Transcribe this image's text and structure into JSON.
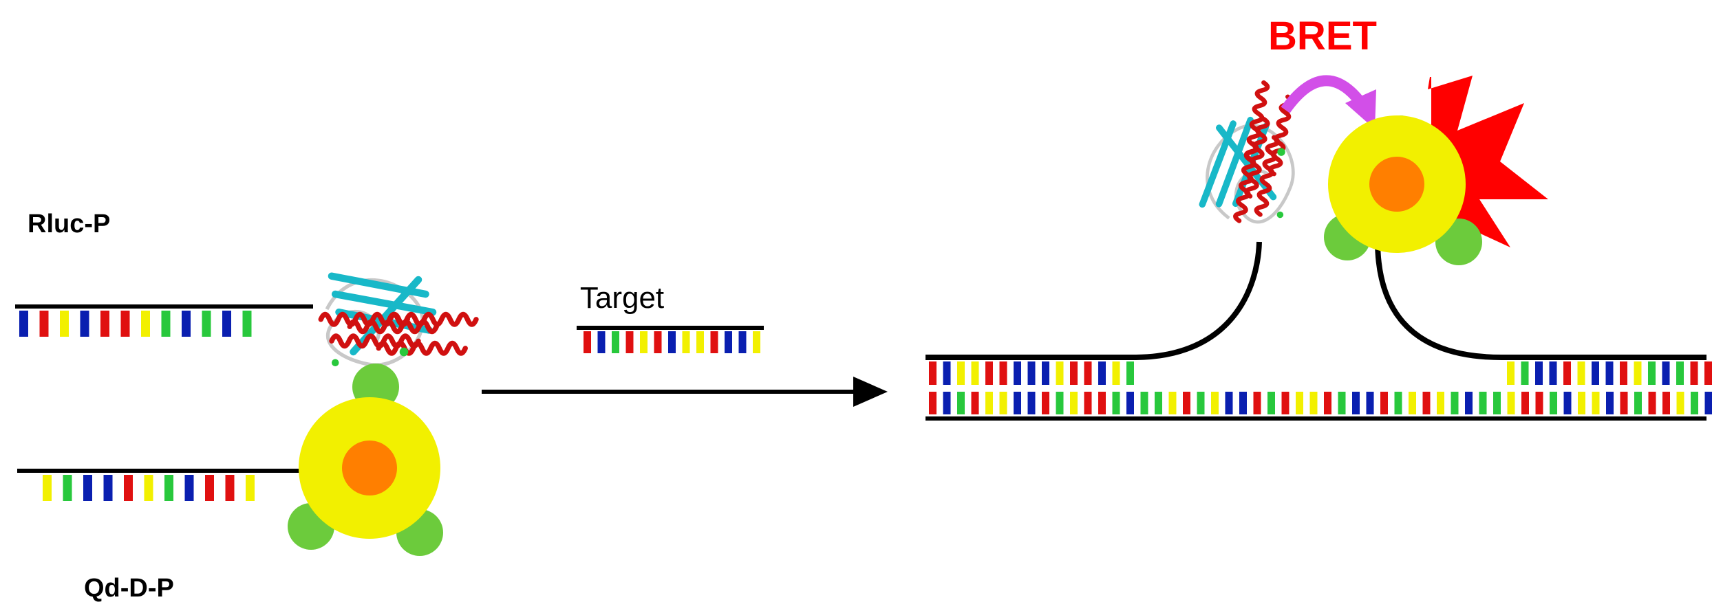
{
  "labels": {
    "rluc": "Rluc-P",
    "qd": "Qd-D-P",
    "target": "Target",
    "bret": "BRET"
  },
  "colors": {
    "strand": "#000000",
    "base_blue": "#0a1fb0",
    "base_red": "#e01010",
    "base_yellow": "#f2f000",
    "base_green": "#28c83c",
    "qd_shell": "#f2f000",
    "qd_core": "#ff7f00",
    "ligand": "#6ccb3c",
    "bret_text": "#ff0000",
    "bret_arrow": "#d24fe8",
    "flash": "#ff0000",
    "protein_helix": "#d01010",
    "protein_sheet": "#18b8c8",
    "protein_coil": "#c8c8c8"
  },
  "icons": {
    "luciferase": "protein-ribbon-icon",
    "quantum_dot": "quantum-dot-icon",
    "flash": "light-burst-icon"
  }
}
